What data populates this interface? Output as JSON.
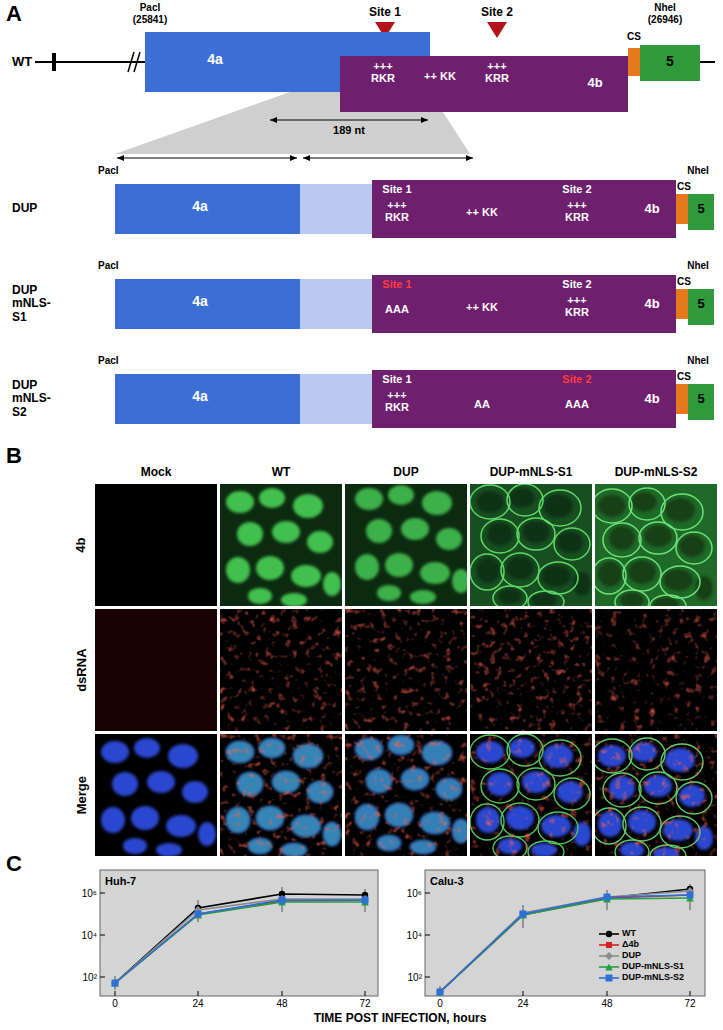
{
  "diagram": {
    "nodes": [
      {
        "text": [
          "4a"
        ]
      },
      {
        "text": [
          "+++ RKR",
          "++ KK",
          "+++ KRR",
          "4b"
        ]
      },
      {
        "text": [
          "CS"
        ]
      },
      {
        "text": [
          "5"
        ]
      },
      {
        "text": [
          "4a"
        ]
      },
      {
        "text": [
          "Site 1",
          "+++ RKR",
          "++ KK",
          "Site 2",
          "+++ KRR",
          "4b"
        ]
      },
      {
        "text": [
          "CS"
        ]
      },
      {
        "text": [
          "5"
        ]
      },
      {
        "text": [
          "4a"
        ]
      },
      {
        "text": [
          "Site 1",
          "AAA",
          "++ KK",
          "Site 2",
          "+++ KRR",
          "4b"
        ]
      },
      {
        "text": [
          "CS"
        ]
      },
      {
        "text": [
          "5"
        ]
      },
      {
        "text": [
          "4a"
        ]
      },
      {
        "text": [
          "Site 1",
          "+++ RKR",
          "AA",
          "Site 2",
          "AAA",
          "4b"
        ]
      },
      {
        "text": [
          "CS"
        ]
      },
      {
        "text": [
          "5"
        ]
      }
    ],
    "labels": [
      "A",
      "PacI",
      "(25841)",
      "Site 1",
      "Site 2",
      "NheI",
      "(26946)",
      "WT",
      "189 nt",
      "PacI",
      "NheI",
      "DUP",
      "PacI",
      "NheI",
      "DUP mNLS-S1",
      "PacI",
      "NheI",
      "DUP mNLS-S2",
      "B",
      "Mock",
      "WT",
      "DUP",
      "DUP-mNLS-S1",
      "DUP-mNLS-S2",
      "4b",
      "dsRNA",
      "Merge",
      "C",
      "Huh-7",
      "10⁶",
      "10⁴",
      "10²",
      "0",
      "24",
      "48",
      "72",
      "Calu-3",
      "10⁶",
      "10⁴",
      "10²",
      "0",
      "24",
      "48",
      "72",
      "TIME POST INFECTION, hours"
    ],
    "legend": [
      {
        "text": "WT"
      },
      {
        "text": "Δ4b"
      },
      {
        "text": "DUP"
      },
      {
        "text": "DUP-mNLS-S1"
      },
      {
        "text": "DUP-mNLS-S2"
      }
    ]
  }
}
